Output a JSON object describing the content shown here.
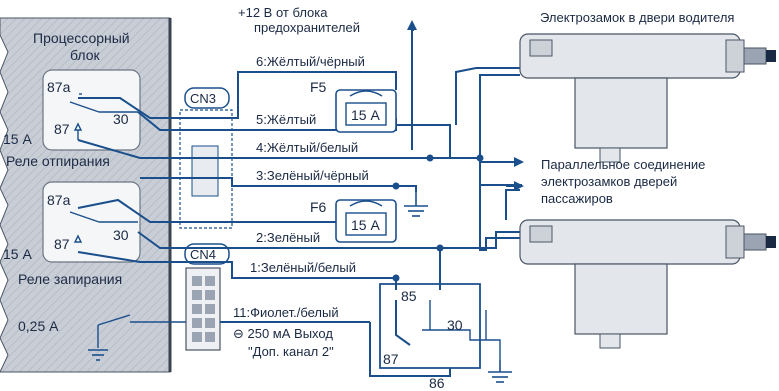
{
  "colors": {
    "wire": "#1a4f8c",
    "panel": "#c9ced6",
    "panel_edge": "#4a5565",
    "text": "#1b2a44",
    "body": "#e3e6ea"
  },
  "labels": {
    "power_line1": "+12 В от блока",
    "power_line2": "предохранителей",
    "driver_lock": "Электрозамок в двери водителя",
    "parallel_line1": "Параллельное соединение",
    "parallel_line2": "электрозамков дверей",
    "parallel_line3": "пассажиров",
    "processor_line1": "Процессорный",
    "processor_line2": "блок",
    "relay_unlock": "Реле отпирания",
    "relay_lock": "Реле запирания",
    "cn3": "CN3",
    "cn4": "CN4",
    "relay1_87a": "87a",
    "relay1_87": "87",
    "relay1_30": "30",
    "relay1_amp": "15 А",
    "relay2_87a": "87a",
    "relay2_87": "87",
    "relay2_30": "30",
    "relay2_amp": "15 А",
    "output_amp": "0,25 А",
    "fuse_f5": "F5",
    "fuse_f5_rating": "15 А",
    "fuse_f6": "F6",
    "fuse_f6_rating": "15 А",
    "wire6": "6:Жёлтый/чёрный",
    "wire5": "5:Жёлтый",
    "wire4": "4:Жёлтый/белый",
    "wire3": "3:Зелёный/чёрный",
    "wire2": "2:Зелёный",
    "wire1": "1:Зелёный/белый",
    "wire11": "11:Фиолет./белый",
    "output_desc": "⊖ 250 мА Выход",
    "output_channel": "\"Доп. канал 2\"",
    "ext_relay_85": "85",
    "ext_relay_30": "30",
    "ext_relay_87": "87",
    "ext_relay_86": "86"
  }
}
